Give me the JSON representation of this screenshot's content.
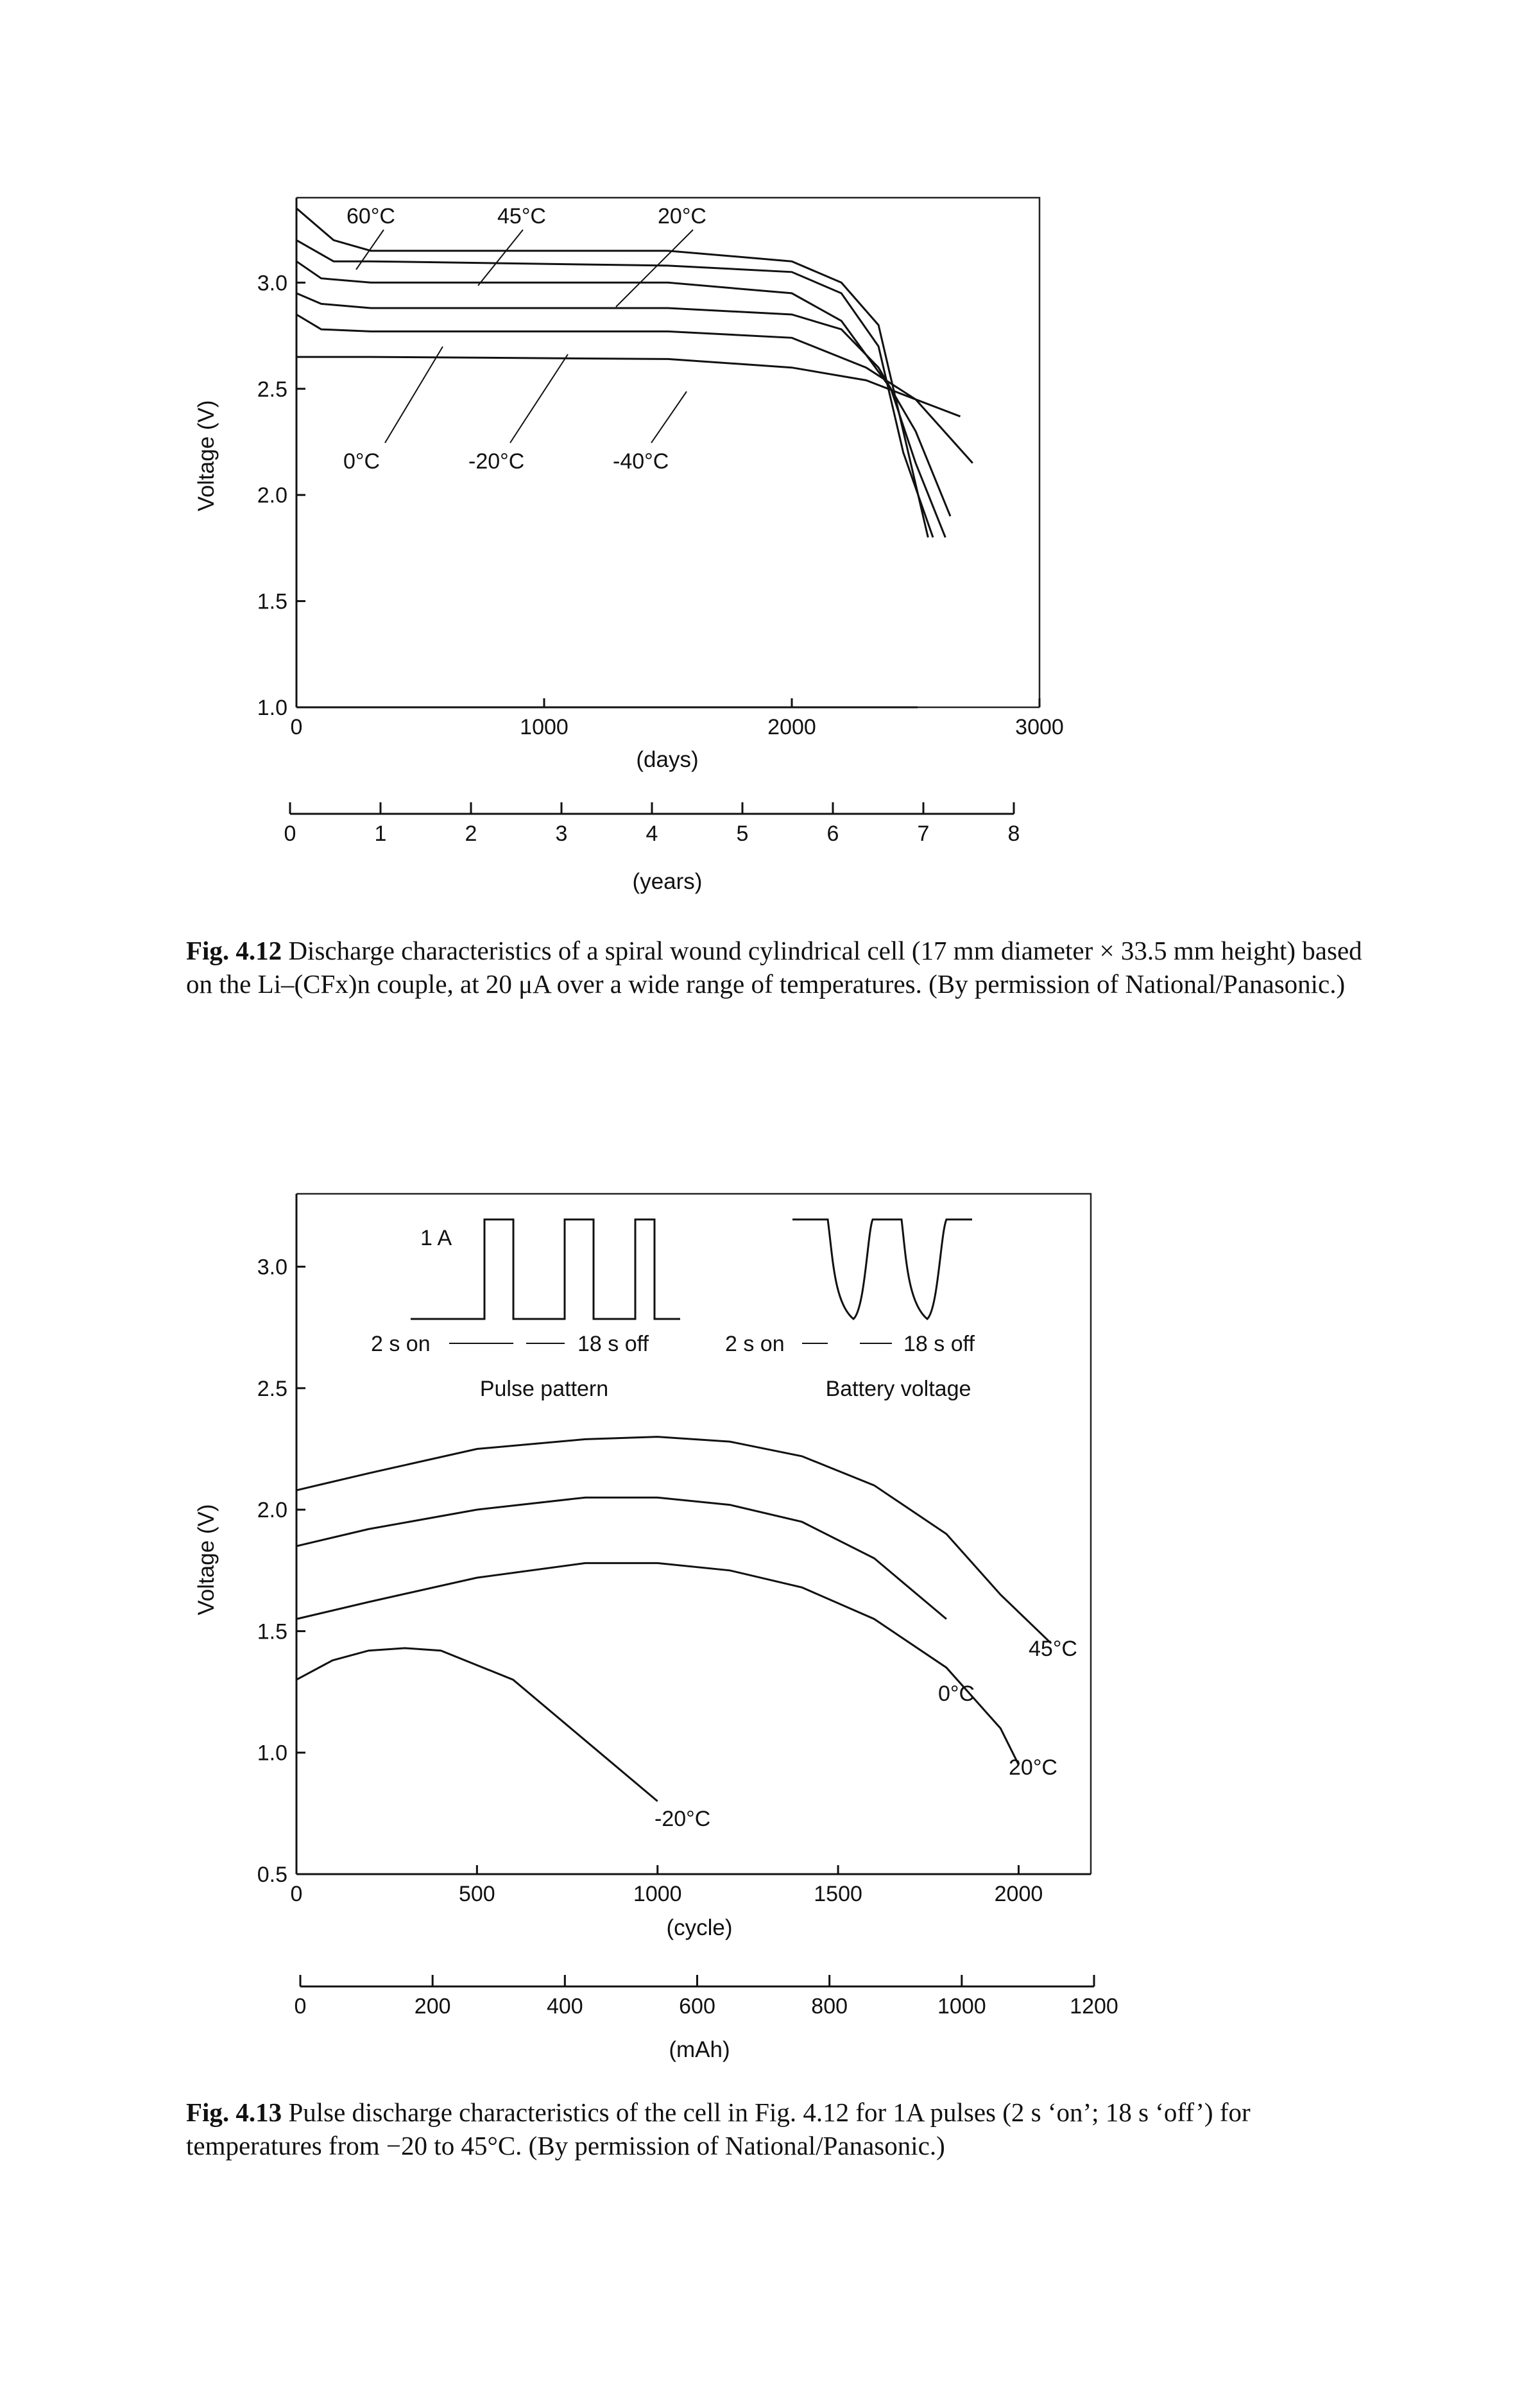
{
  "figures": [
    {
      "id": "fig412",
      "caption": {
        "label": "Fig. 4.12",
        "text": "Discharge characteristics of a spiral wound cylindrical cell (17 mm diameter × 33.5 mm height) based on the Li–(CFx)n couple, at 20 μA over a wide range of temperatures. (By permission of National/Panasonic.)"
      },
      "chart_data": {
        "type": "line",
        "xlabel": "(days)",
        "ylabel": "Voltage (V)",
        "xlim": [
          0,
          3000
        ],
        "ylim": [
          1.0,
          3.4
        ],
        "xticks": [
          "0",
          "1000",
          "2000",
          "3000"
        ],
        "yticks": [
          "1.0",
          "1.5",
          "2.0",
          "2.5",
          "3.0"
        ],
        "secondary_axis": {
          "label": "(years)",
          "ticks": [
            "0",
            "1",
            "2",
            "3",
            "4",
            "5",
            "6",
            "7",
            "8"
          ]
        },
        "grid": false,
        "series": [
          {
            "name": "60°C",
            "x": [
              0,
              150,
              300,
              1500,
              2000,
              2200,
              2350,
              2450,
              2550
            ],
            "y": [
              3.35,
              3.2,
              3.15,
              3.15,
              3.1,
              3.0,
              2.8,
              2.3,
              1.8
            ]
          },
          {
            "name": "45°C",
            "x": [
              0,
              150,
              300,
              1500,
              2000,
              2200,
              2350,
              2450,
              2570
            ],
            "y": [
              3.2,
              3.1,
              3.1,
              3.08,
              3.05,
              2.95,
              2.7,
              2.2,
              1.8
            ]
          },
          {
            "name": "20°C",
            "x": [
              0,
              100,
              300,
              1500,
              2000,
              2200,
              2400,
              2500,
              2620
            ],
            "y": [
              3.1,
              3.02,
              3.0,
              3.0,
              2.95,
              2.82,
              2.5,
              2.15,
              1.8
            ]
          },
          {
            "name": "0°C",
            "x": [
              0,
              100,
              300,
              1500,
              2000,
              2200,
              2350,
              2500,
              2640
            ],
            "y": [
              2.95,
              2.9,
              2.88,
              2.88,
              2.85,
              2.78,
              2.6,
              2.3,
              1.9
            ]
          },
          {
            "name": "-20°C",
            "x": [
              0,
              100,
              300,
              1500,
              2000,
              2300,
              2500,
              2730
            ],
            "y": [
              2.85,
              2.78,
              2.77,
              2.77,
              2.74,
              2.6,
              2.45,
              2.15
            ]
          },
          {
            "name": "-40°C",
            "x": [
              0,
              300,
              1500,
              2000,
              2300,
              2500,
              2680
            ],
            "y": [
              2.65,
              2.65,
              2.64,
              2.6,
              2.54,
              2.45,
              2.37
            ]
          }
        ],
        "annotations": [
          "60°C",
          "45°C",
          "20°C",
          "0°C",
          "-20°C",
          "-40°C"
        ]
      }
    },
    {
      "id": "fig413",
      "caption": {
        "label": "Fig. 4.13",
        "text": "Pulse discharge characteristics of the cell in Fig. 4.12 for 1A pulses (2 s ‘on’; 18 s ‘off’) for temperatures from −20 to 45°C. (By permission of National/Panasonic.)"
      },
      "chart_data": {
        "type": "line",
        "xlabel": "(cycle)",
        "ylabel": "Voltage (V)",
        "xlim": [
          0,
          2200
        ],
        "ylim": [
          0.5,
          3.3
        ],
        "xticks": [
          "0",
          "500",
          "1000",
          "1500",
          "2000"
        ],
        "yticks": [
          "0.5",
          "1.0",
          "1.5",
          "2.0",
          "2.5",
          "3.0"
        ],
        "secondary_axis": {
          "label": "(mAh)",
          "ticks": [
            "0",
            "200",
            "400",
            "600",
            "800",
            "1000",
            "1200"
          ]
        },
        "grid": false,
        "series": [
          {
            "name": "45°C",
            "x": [
              0,
              200,
              500,
              800,
              1000,
              1200,
              1400,
              1600,
              1800,
              1950,
              2090
            ],
            "y": [
              2.08,
              2.15,
              2.25,
              2.29,
              2.3,
              2.28,
              2.22,
              2.1,
              1.9,
              1.65,
              1.45
            ]
          },
          {
            "name": "20°C",
            "x": [
              0,
              200,
              500,
              800,
              1000,
              1200,
              1400,
              1600,
              1800,
              1950,
              2000
            ],
            "y": [
              1.55,
              1.62,
              1.72,
              1.78,
              1.78,
              1.75,
              1.68,
              1.55,
              1.35,
              1.1,
              0.95
            ]
          },
          {
            "name": "0°C",
            "x": [
              0,
              200,
              500,
              800,
              1000,
              1200,
              1400,
              1600,
              1800
            ],
            "y": [
              1.85,
              1.92,
              2.0,
              2.05,
              2.05,
              2.02,
              1.95,
              1.8,
              1.55
            ]
          },
          {
            "name": "-20°C",
            "x": [
              0,
              100,
              200,
              300,
              400,
              600,
              800,
              1000
            ],
            "y": [
              1.3,
              1.38,
              1.42,
              1.43,
              1.42,
              1.3,
              1.05,
              0.8
            ]
          }
        ],
        "annotations": [
          "45°C",
          "0°C",
          "20°C",
          "-20°C"
        ],
        "inset": {
          "label": "1 A",
          "pulse_caption": "Pulse pattern",
          "pulse_timing_on": "2 s on",
          "pulse_timing_off": "18 s off",
          "voltage_caption": "Battery voltage",
          "voltage_timing_on": "2 s on",
          "voltage_timing_off": "18 s off"
        }
      }
    }
  ]
}
